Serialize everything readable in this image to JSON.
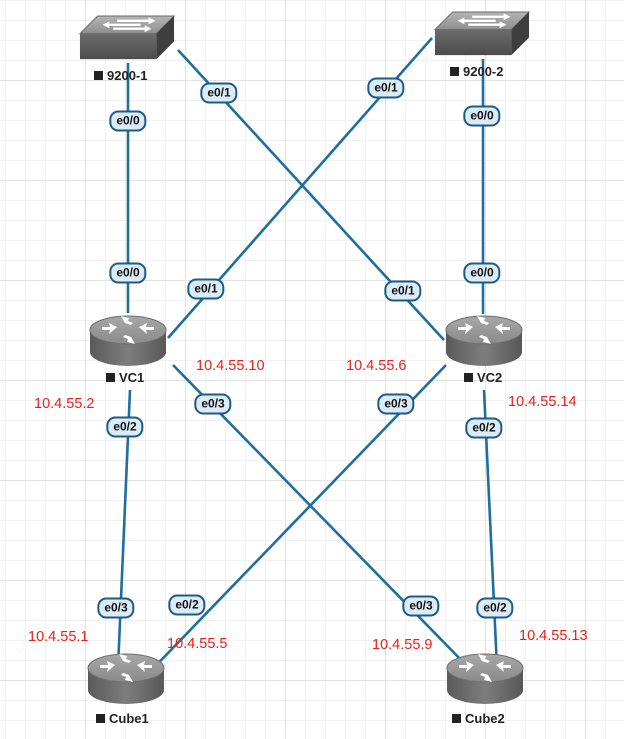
{
  "nodes": {
    "sw1": {
      "label": "9200-1",
      "type": "switch",
      "icon": "switch-icon"
    },
    "sw2": {
      "label": "9200-2",
      "type": "switch",
      "icon": "switch-icon"
    },
    "vc1": {
      "label": "VC1",
      "type": "router",
      "icon": "router-icon"
    },
    "vc2": {
      "label": "VC2",
      "type": "router",
      "icon": "router-icon"
    },
    "cube1": {
      "label": "Cube1",
      "type": "router",
      "icon": "router-icon"
    },
    "cube2": {
      "label": "Cube2",
      "type": "router",
      "icon": "router-icon"
    }
  },
  "links": [
    {
      "from": "sw1",
      "to": "vc1",
      "from_port": "e0/0",
      "to_port": "e0/0"
    },
    {
      "from": "sw1",
      "to": "vc2",
      "from_port": "e0/1",
      "to_port": "e0/1"
    },
    {
      "from": "sw2",
      "to": "vc1",
      "from_port": "e0/1",
      "to_port": "e0/1"
    },
    {
      "from": "sw2",
      "to": "vc2",
      "from_port": "e0/0",
      "to_port": "e0/0"
    },
    {
      "from": "vc1",
      "to": "cube1",
      "from_port": "e0/2",
      "to_port": "e0/3",
      "from_ip": "10.4.55.2",
      "to_ip": "10.4.55.1"
    },
    {
      "from": "vc1",
      "to": "cube2",
      "from_port": "e0/3",
      "to_port": "e0/3",
      "from_ip": "10.4.55.10",
      "to_ip": "10.4.55.9"
    },
    {
      "from": "vc2",
      "to": "cube1",
      "from_port": "e0/3",
      "to_port": "e0/2",
      "from_ip": "10.4.55.6",
      "to_ip": "10.4.55.5"
    },
    {
      "from": "vc2",
      "to": "cube2",
      "from_port": "e0/2",
      "to_port": "e0/2",
      "from_ip": "10.4.55.14",
      "to_ip": "10.4.55.13"
    }
  ],
  "colors": {
    "link": "#1f6e9e",
    "port_fill": "#dcecf7",
    "port_border": "#1e5a86",
    "ip_text": "#e8201c",
    "device_gray": "#8a8a8a"
  }
}
